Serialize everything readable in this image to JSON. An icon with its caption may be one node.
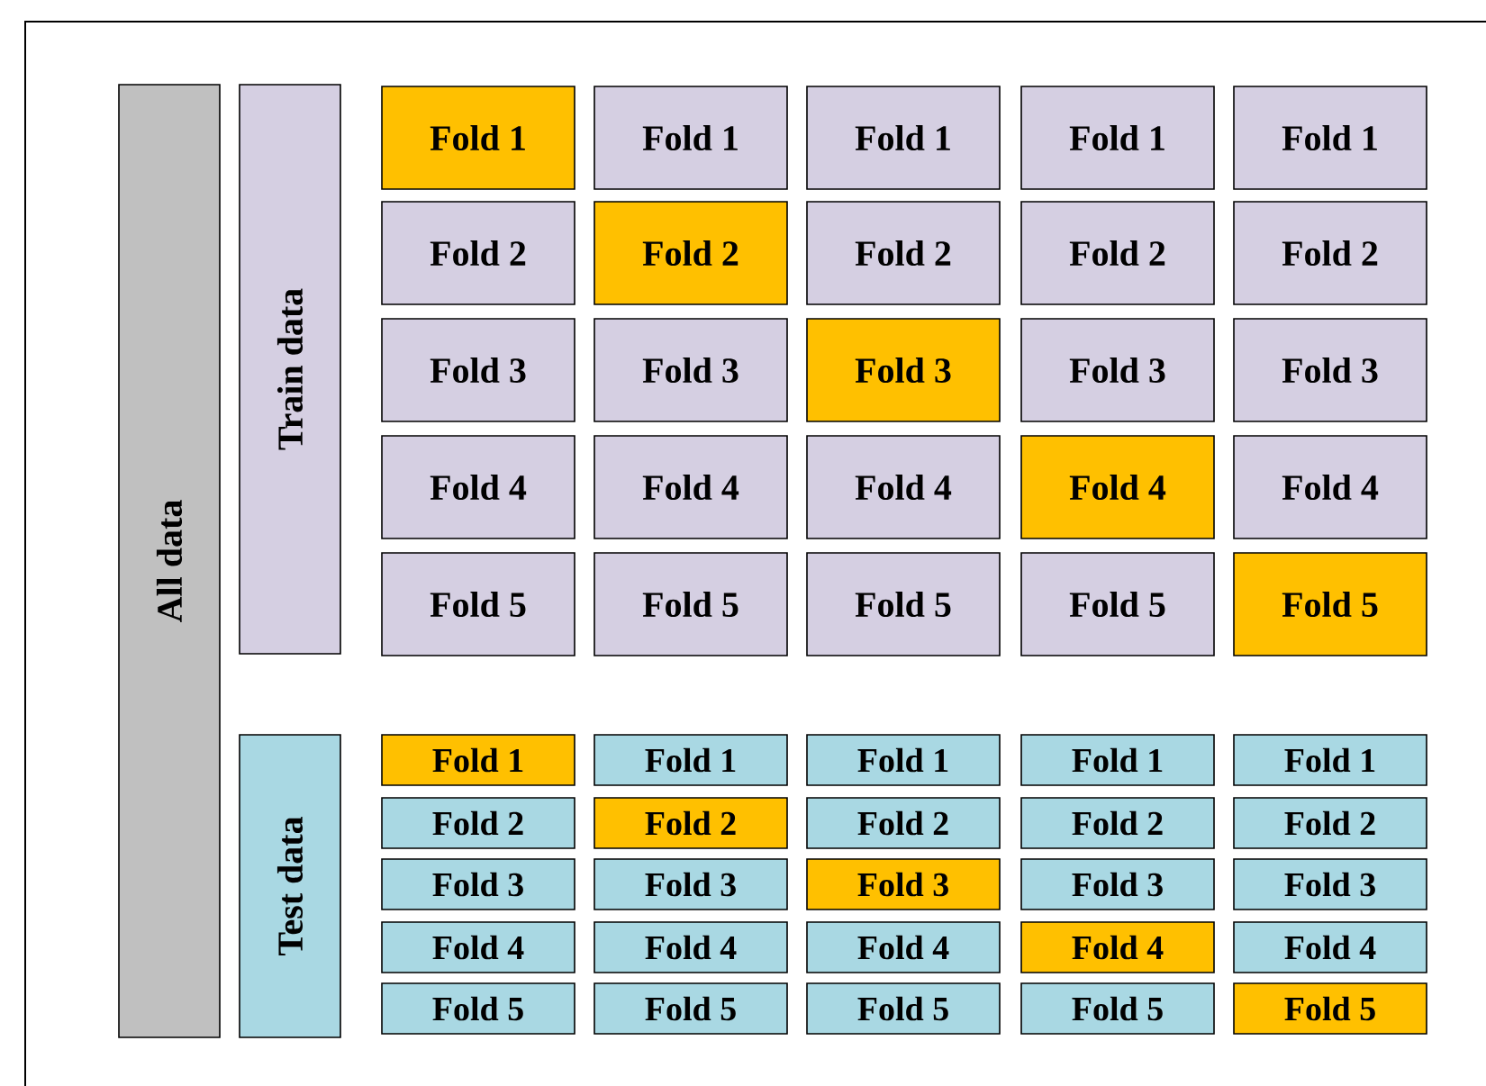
{
  "diagram": {
    "nodes": [
      {
        "text": [
          "All data"
        ]
      },
      {
        "text": [
          "Train data"
        ]
      },
      {
        "text": [
          "Fold 1"
        ]
      },
      {
        "text": [
          "Fold 1"
        ]
      },
      {
        "text": [
          "Fold 1"
        ]
      },
      {
        "text": [
          "Fold 1"
        ]
      },
      {
        "text": [
          "Fold 1"
        ]
      },
      {
        "text": [
          "Fold 2"
        ]
      },
      {
        "text": [
          "Fold 2"
        ]
      },
      {
        "text": [
          "Fold 2"
        ]
      },
      {
        "text": [
          "Fold 2"
        ]
      },
      {
        "text": [
          "Fold 2"
        ]
      },
      {
        "text": [
          "Fold 3"
        ]
      },
      {
        "text": [
          "Fold 3"
        ]
      },
      {
        "text": [
          "Fold 3"
        ]
      },
      {
        "text": [
          "Fold 3"
        ]
      },
      {
        "text": [
          "Fold 3"
        ]
      },
      {
        "text": [
          "Fold 4"
        ]
      },
      {
        "text": [
          "Fold 4"
        ]
      },
      {
        "text": [
          "Fold 4"
        ]
      },
      {
        "text": [
          "Fold 4"
        ]
      },
      {
        "text": [
          "Fold 4"
        ]
      },
      {
        "text": [
          "Fold 5"
        ]
      },
      {
        "text": [
          "Fold 5"
        ]
      },
      {
        "text": [
          "Fold 5"
        ]
      },
      {
        "text": [
          "Fold 5"
        ]
      },
      {
        "text": [
          "Fold 5"
        ]
      },
      {
        "text": [
          "Test data"
        ]
      },
      {
        "text": [
          "Fold 1"
        ]
      },
      {
        "text": [
          "Fold 1"
        ]
      },
      {
        "text": [
          "Fold 1"
        ]
      },
      {
        "text": [
          "Fold 1"
        ]
      },
      {
        "text": [
          "Fold 1"
        ]
      },
      {
        "text": [
          "Fold 2"
        ]
      },
      {
        "text": [
          "Fold 2"
        ]
      },
      {
        "text": [
          "Fold 2"
        ]
      },
      {
        "text": [
          "Fold 2"
        ]
      },
      {
        "text": [
          "Fold 2"
        ]
      },
      {
        "text": [
          "Fold 3"
        ]
      },
      {
        "text": [
          "Fold 3"
        ]
      },
      {
        "text": [
          "Fold 3"
        ]
      },
      {
        "text": [
          "Fold 3"
        ]
      },
      {
        "text": [
          "Fold 3"
        ]
      },
      {
        "text": [
          "Fold 4"
        ]
      },
      {
        "text": [
          "Fold 4"
        ]
      },
      {
        "text": [
          "Fold 4"
        ]
      },
      {
        "text": [
          "Fold 4"
        ]
      },
      {
        "text": [
          "Fold 4"
        ]
      },
      {
        "text": [
          "Fold 5"
        ]
      },
      {
        "text": [
          "Fold 5"
        ]
      },
      {
        "text": [
          "Fold 5"
        ]
      },
      {
        "text": [
          "Fold 5"
        ]
      },
      {
        "text": [
          "Fold 5"
        ]
      }
    ]
  }
}
